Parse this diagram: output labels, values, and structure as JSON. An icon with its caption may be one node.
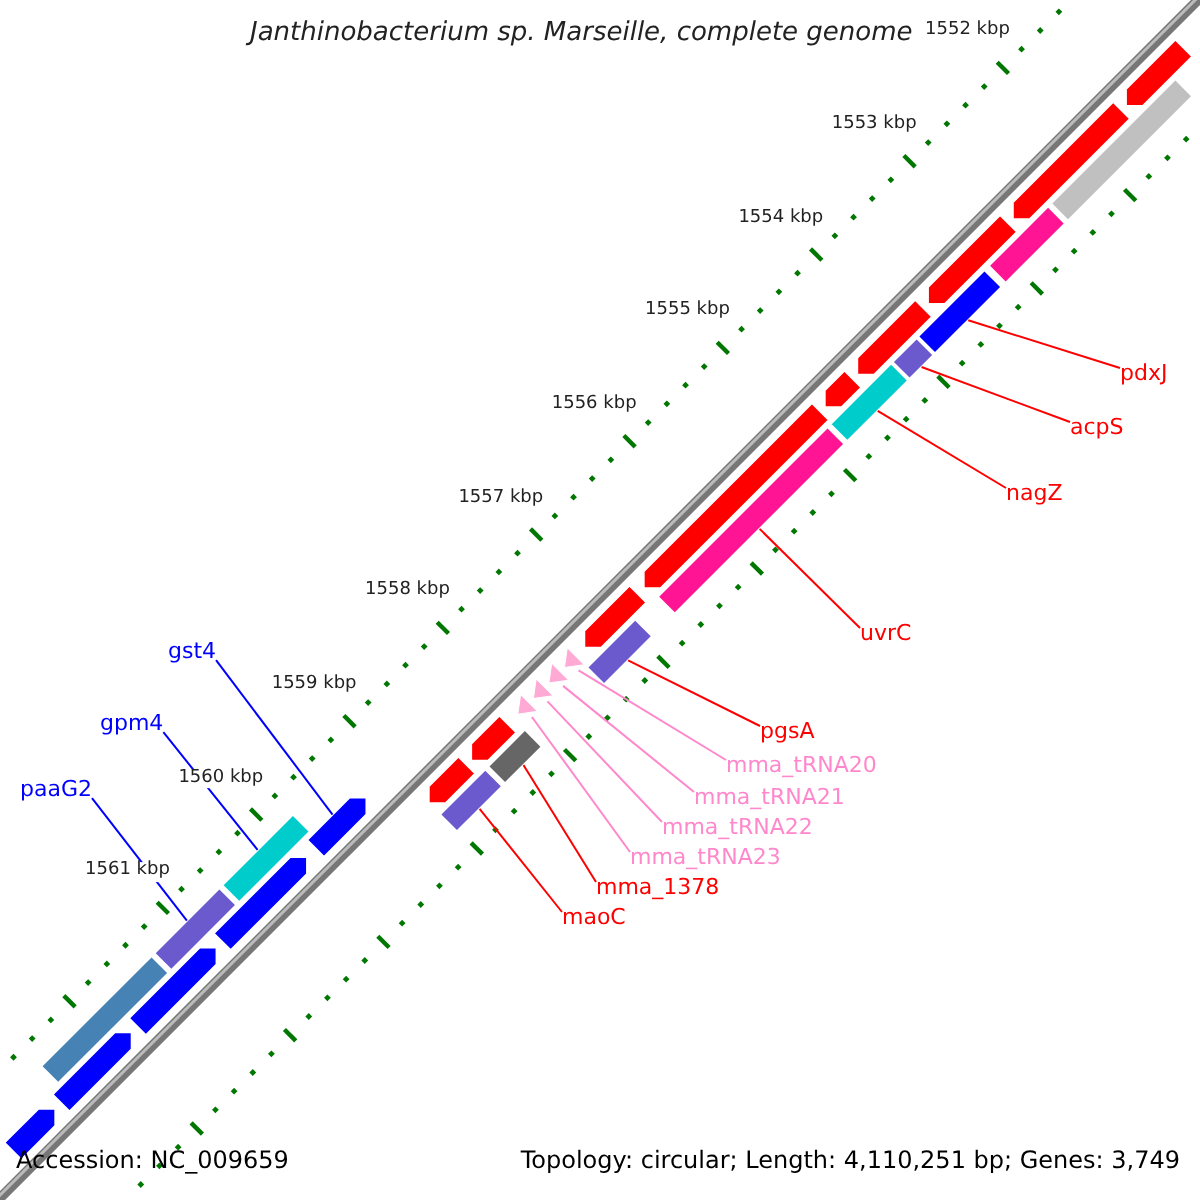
{
  "diagram": {
    "title": "Janthinobacterium sp. Marseille, complete genome",
    "nodes": [
      {
        "text": [
          "pdxJ"
        ]
      },
      {
        "text": [
          "acpS"
        ]
      },
      {
        "text": [
          "nagZ"
        ]
      },
      {
        "text": [
          "uvrC"
        ]
      },
      {
        "text": [
          "pgsA"
        ]
      },
      {
        "text": [
          "mma_tRNA20"
        ]
      },
      {
        "text": [
          "mma_tRNA21"
        ]
      },
      {
        "text": [
          "mma_tRNA22"
        ]
      },
      {
        "text": [
          "mma_tRNA23"
        ]
      },
      {
        "text": [
          "mma_1378"
        ]
      },
      {
        "text": [
          "maoC"
        ]
      },
      {
        "text": [
          "gst4"
        ]
      },
      {
        "text": [
          "gpm4"
        ]
      },
      {
        "text": [
          "paaG2"
        ]
      },
      {
        "text": [],
        "shape": "bar"
      },
      {
        "text": [],
        "shape": "bar"
      },
      {
        "text": [],
        "shape": "bar"
      },
      {
        "text": [],
        "shape": "bar"
      },
      {
        "text": [],
        "shape": "bar"
      },
      {
        "text": [],
        "shape": "triangle"
      },
      {
        "text": [],
        "shape": "triangle"
      },
      {
        "text": [],
        "shape": "triangle"
      },
      {
        "text": [],
        "shape": "triangle"
      },
      {
        "text": [],
        "shape": "bar"
      },
      {
        "text": [],
        "shape": "bar"
      },
      {
        "text": [],
        "shape": "bar"
      },
      {
        "text": [],
        "shape": "bar"
      },
      {
        "text": [],
        "shape": "bar"
      },
      {
        "text": [],
        "shape": "bar"
      },
      {
        "text": [],
        "shape": "bar"
      },
      {
        "text": [],
        "shape": "bar"
      },
      {
        "text": [],
        "shape": "bar"
      },
      {
        "text": [],
        "shape": "bar"
      },
      {
        "text": [],
        "shape": "bar"
      },
      {
        "text": [],
        "shape": "bar"
      },
      {
        "text": [],
        "shape": "bar"
      },
      {
        "text": [],
        "shape": "bar"
      },
      {
        "text": [],
        "shape": "bar"
      },
      {
        "text": [],
        "shape": "bar"
      },
      {
        "text": [],
        "shape": "bar"
      },
      {
        "text": [],
        "shape": "bar"
      },
      {
        "text": [],
        "shape": "bar"
      },
      {
        "text": [],
        "shape": "bar"
      },
      {
        "text": [],
        "shape": "bar"
      }
    ],
    "edges": [
      {
        "from": 0,
        "to": 14,
        "arrow": "none"
      },
      {
        "from": 1,
        "to": 15,
        "arrow": "none"
      },
      {
        "from": 2,
        "to": 16,
        "arrow": "none"
      },
      {
        "from": 3,
        "to": 17,
        "arrow": "none"
      },
      {
        "from": 4,
        "to": 18,
        "arrow": "none"
      },
      {
        "from": 5,
        "to": 19,
        "arrow": "none",
        "color": "#ff88cc"
      },
      {
        "from": 6,
        "to": 20,
        "arrow": "none",
        "color": "#ff88cc"
      },
      {
        "from": 7,
        "to": 21,
        "arrow": "none",
        "color": "#ff88cc"
      },
      {
        "from": 8,
        "to": 22,
        "arrow": "none",
        "color": "#ff88cc"
      },
      {
        "from": 9,
        "to": 23,
        "arrow": "none"
      },
      {
        "from": 10,
        "to": 24,
        "arrow": "none"
      },
      {
        "from": 11,
        "to": 25,
        "arrow": "none",
        "color": "#0000ff"
      },
      {
        "from": 12,
        "to": 26,
        "arrow": "none",
        "color": "#0000ff"
      },
      {
        "from": 13,
        "to": 27,
        "arrow": "none",
        "color": "#0000ff"
      }
    ],
    "labels": [
      "1552 kbp",
      "1553 kbp",
      "1554 kbp",
      "1555 kbp",
      "1556 kbp",
      "1557 kbp",
      "1558 kbp",
      "1559 kbp",
      "1560 kbp",
      "1561 kbp",
      "Accession: NC_009659",
      "Topology: circular; Length: 4,110,251 bp; Genes: 3,749"
    ]
  }
}
